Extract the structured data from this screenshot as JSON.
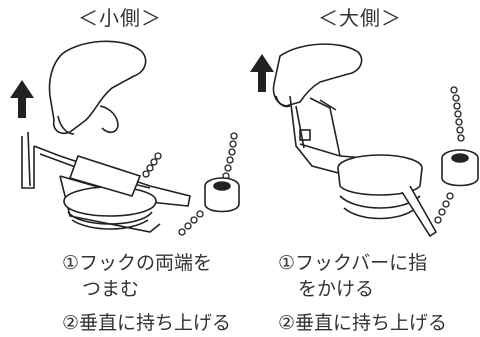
{
  "left": {
    "title": "＜小側＞",
    "step1_line1": "①フックの両端を",
    "step1_line2": "つまむ",
    "step2": "②垂直に持ち上げる"
  },
  "right": {
    "title": "＜大側＞",
    "step1_line1": "①フックバーに指",
    "step1_line2": "をかける",
    "step2": "②垂直に持ち上げる"
  },
  "colors": {
    "line": "#222222",
    "text": "#333333"
  },
  "icons": [
    "up-arrow-icon",
    "hand-icon",
    "flapper-valve-icon",
    "chain-icon",
    "float-icon"
  ]
}
